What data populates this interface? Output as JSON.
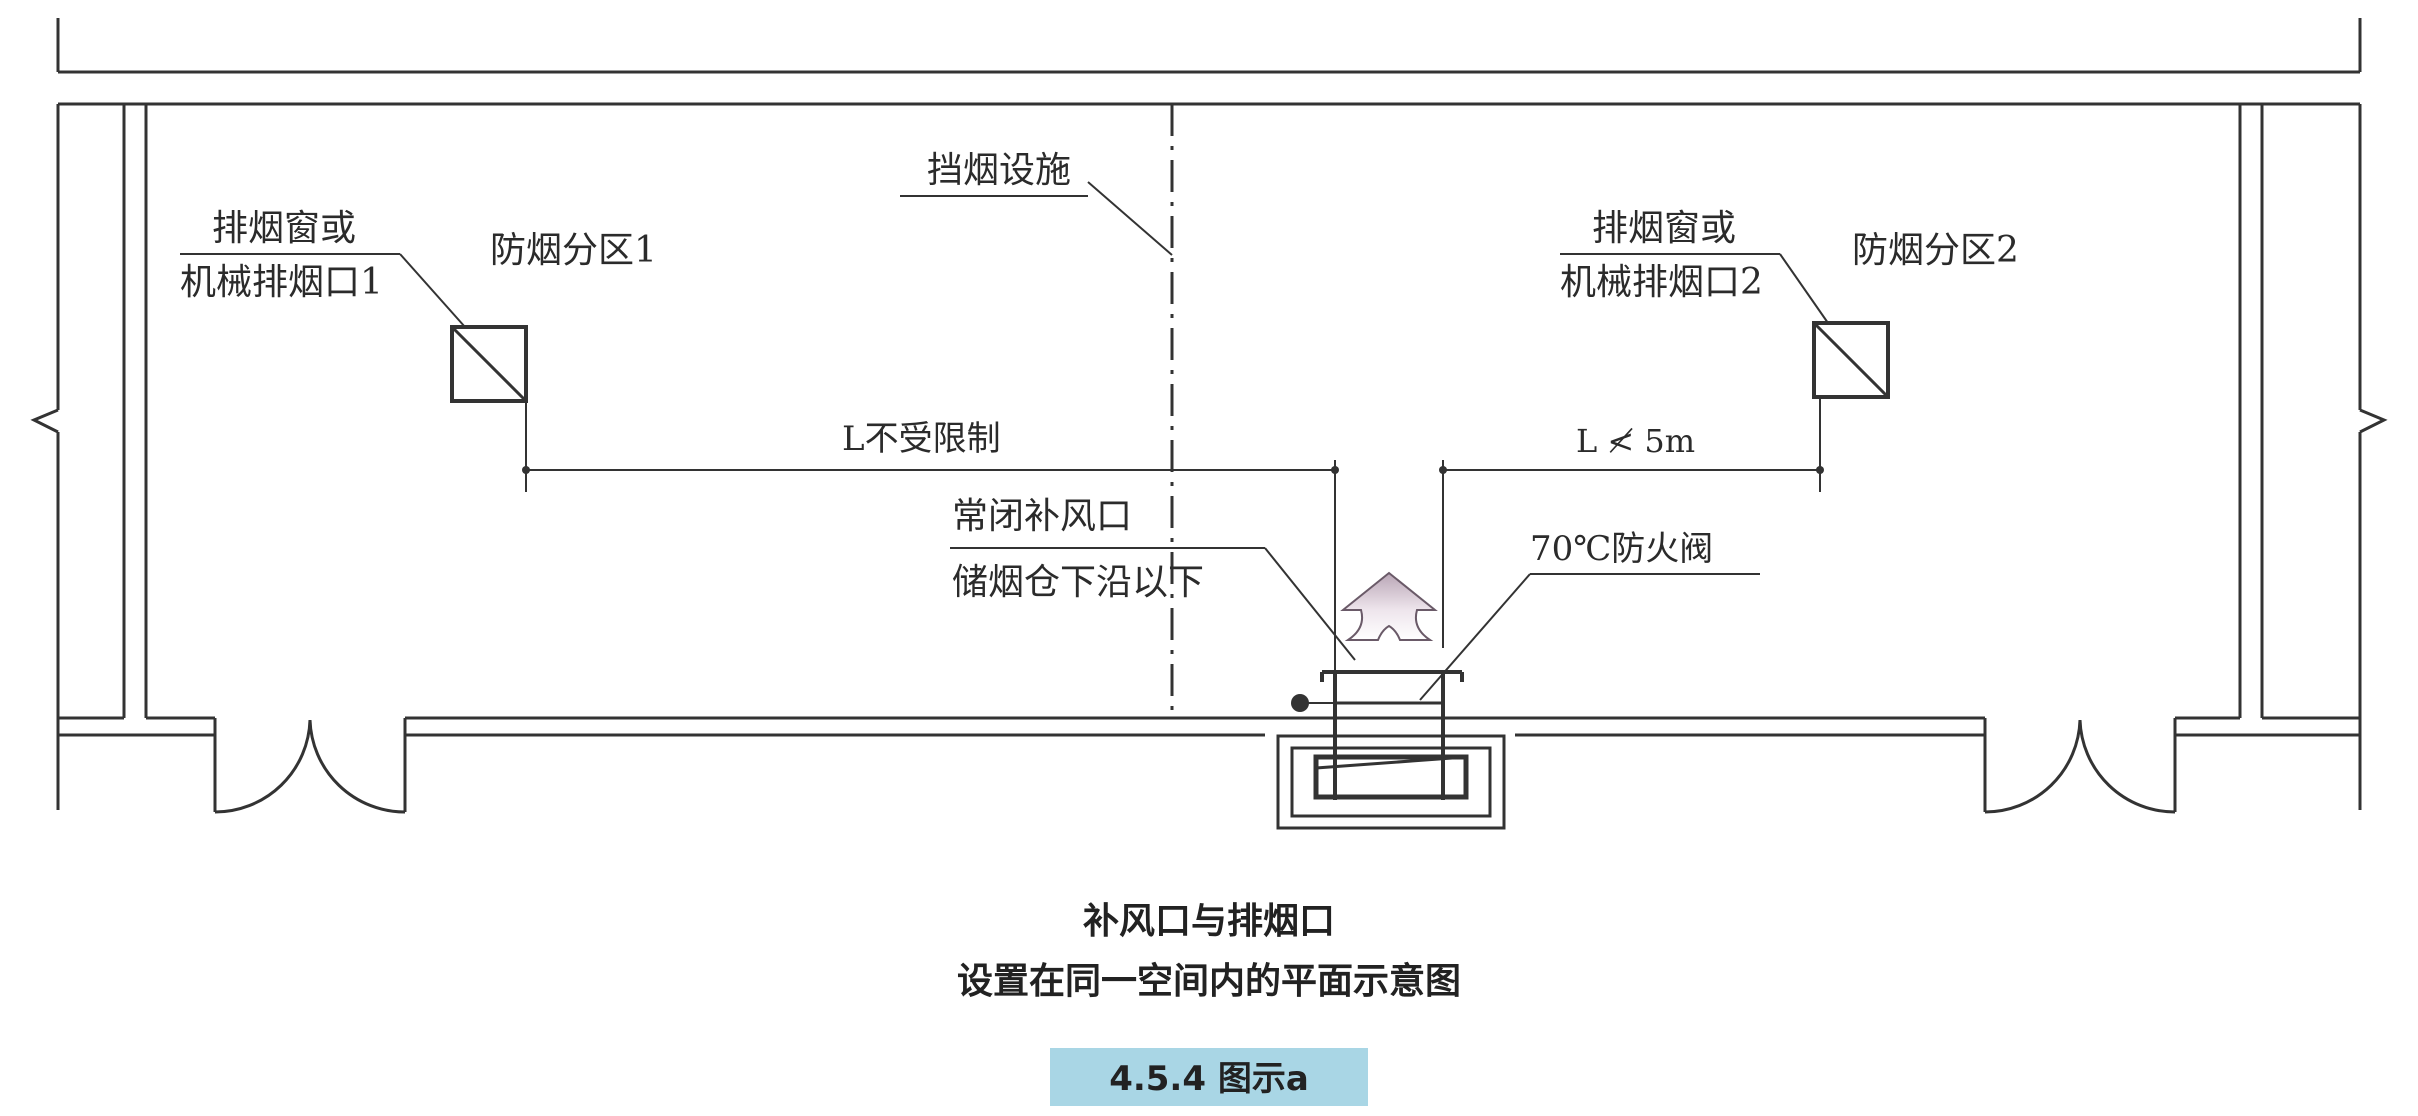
{
  "labels": {
    "smoke_barrier": "挡烟设施",
    "vent_1_line1": "排烟窗或",
    "vent_1_line2": "机械排烟口1",
    "zone_1": "防烟分区1",
    "vent_2_line1": "排烟窗或",
    "vent_2_line2": "机械排烟口2",
    "zone_2": "防烟分区2",
    "dist_unlimited": "L不受限制",
    "dist_limit": "L ≮ 5m",
    "inlet_line1": "常闭补风口",
    "inlet_line2": "储烟仓下沿以下",
    "fire_damper": "70℃防火阀"
  },
  "caption": {
    "line1": "补风口与排烟口",
    "line2": "设置在同一空间内的平面示意图",
    "figure": "4.5.4 图示a"
  },
  "colors": {
    "line": "#333333",
    "figure_band": "#a9d6e5",
    "arrow_fill": "#d8c8d4"
  }
}
